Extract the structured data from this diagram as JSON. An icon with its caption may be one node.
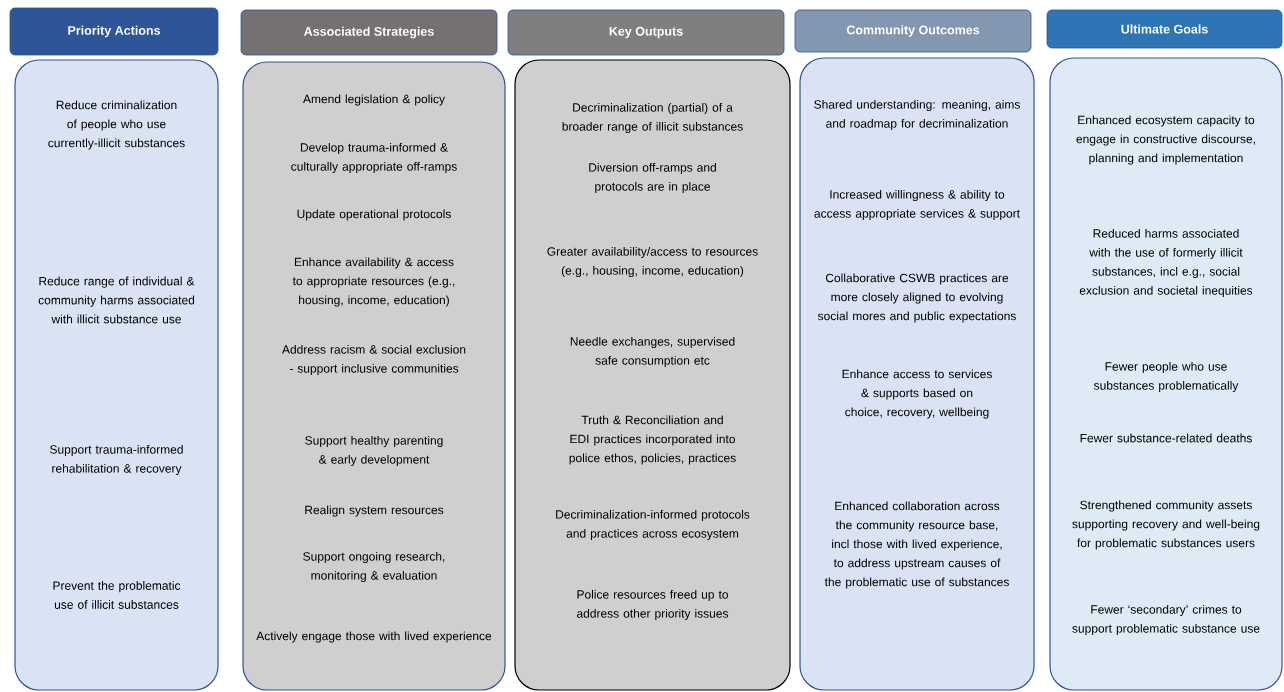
{
  "diagram": {
    "nodes": [
      {
        "text": [
          "Priority Actions"
        ]
      },
      {
        "text": [
          "Associated Strategies"
        ]
      },
      {
        "text": [
          "Key Outputs"
        ]
      },
      {
        "text": [
          "Community Outcomes"
        ]
      },
      {
        "text": [
          "Ultimate Goals"
        ]
      },
      {
        "text": [
          "Reduce criminalization of people who use currently-illicit substances",
          "Reduce range of individual & community harms associated with illicit substance use",
          "Support trauma-informed rehabilitation & recovery",
          "Prevent the problematic use of illicit substances"
        ]
      },
      {
        "text": [
          "Amend legislation & policy",
          "Develop trauma-informed & culturally appropriate off-ramps",
          "Update operational protocols",
          "Enhance availability & access to appropriate resources (e.g., housing, income, education)",
          "Address racism & social exclusion - support inclusive communities",
          "Support healthy parenting & early development",
          "Realign system resources",
          "Support ongoing research, monitoring & evaluation",
          "Actively engage those with lived experience"
        ]
      },
      {
        "text": [
          "Decriminalization (partial) of a broader range of illicit substances",
          "Diversion off-ramps and protocols are in place",
          "Greater availability/access to resources (e.g., housing, income, education)",
          "Needle exchanges, supervised safe consumption etc",
          "Truth & Reconciliation and EDI practices incorporated into police ethos, policies, practices",
          "Decriminalization-informed protocols and practices across ecosystem",
          "Police resources freed up to address other priority issues"
        ]
      },
      {
        "text": [
          "Shared understanding: meaning, aims and roadmap for decriminalization",
          "Increased willingness & ability to access appropriate services & support",
          "Collaborative CSWB practices are more closely aligned to evolving social mores and public expectations",
          "Enhance access to services & supports based on choice, recovery, wellbeing",
          "Enhanced collaboration across the community resource base, incl those with lived experience, to address upstream causes of the problematic use of substances"
        ]
      },
      {
        "text": [
          "Enhanced ecosystem capacity to engage in constructive discourse, planning and implementation",
          "Reduced harms associated with the use of formerly illicit substances, incl e.g., social exclusion and societal inequities",
          "Fewer people who use substances problematically",
          "Fewer substance-related deaths",
          "Strengthened community assets supporting recovery and well-being for problematic substances users",
          "Fewer ‘secondary’ crimes to support problematic substance  use"
        ]
      }
    ]
  }
}
